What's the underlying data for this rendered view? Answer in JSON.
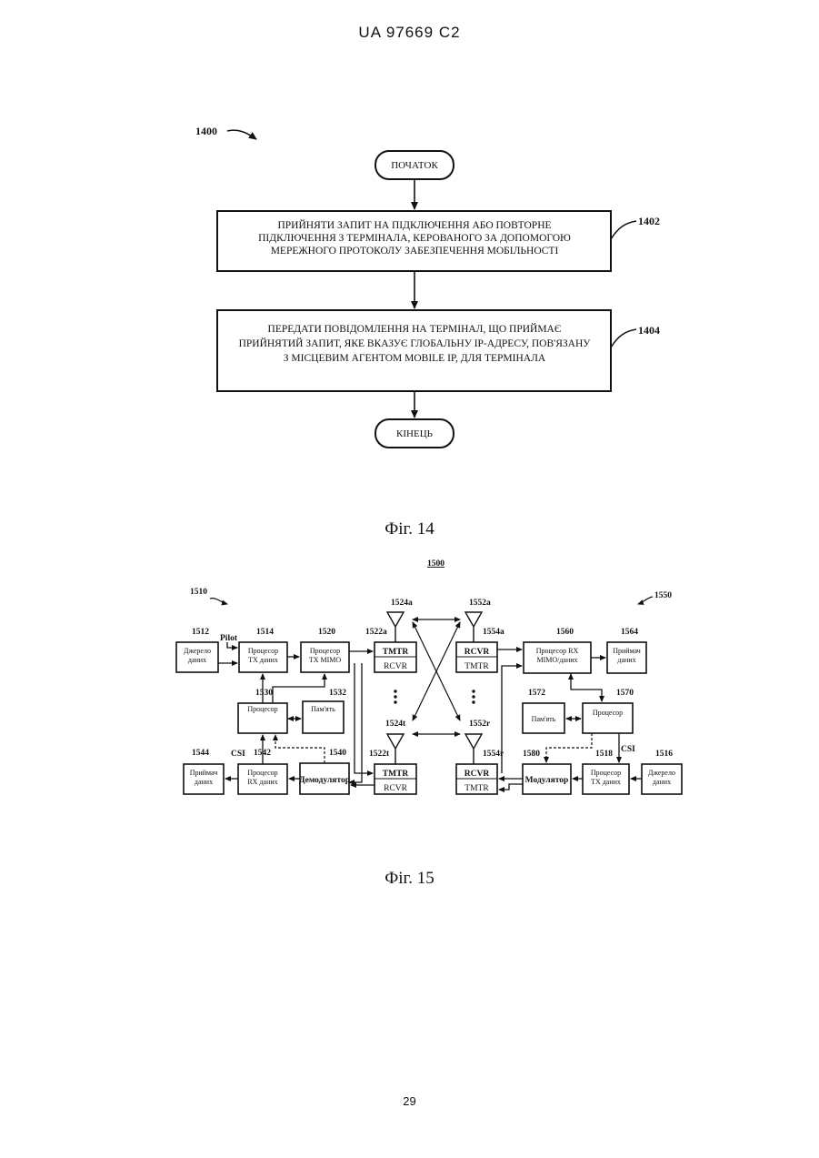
{
  "header": {
    "doc_id": "UA   97669   C2"
  },
  "fig14": {
    "ref_main": "1400",
    "start": "ПОЧАТОК",
    "end": "КІНЕЦЬ",
    "step1": {
      "ref": "1402",
      "line1": "ПРИЙНЯТИ ЗАПИТ НА ПІДКЛЮЧЕННЯ АБО ПОВТОРНЕ",
      "line2": "ПІДКЛЮЧЕННЯ З ТЕРМІНАЛА, КЕРОВАНОГО ЗА ДОПОМОГОЮ",
      "line3": "МЕРЕЖНОГО ПРОТОКОЛУ ЗАБЕЗПЕЧЕННЯ МОБІЛЬНОСТІ"
    },
    "step2": {
      "ref": "1404",
      "line1": "ПЕРЕДАТИ ПОВІДОМЛЕННЯ НА ТЕРМІНАЛ, ЩО ПРИЙМАЄ",
      "line2": "ПРИЙНЯТИЙ ЗАПИТ, ЯКЕ ВКАЗУЄ ГЛОБАЛЬНУ IP-АДРЕСУ, ПОВ'ЯЗАНУ",
      "line3": "З МІСЦЕВИМ АГЕНТОМ MOBILE IP, ДЛЯ ТЕРМІНАЛА"
    },
    "caption": "Фіг. 14"
  },
  "fig15": {
    "ref_main": "1500",
    "ref_left": "1510",
    "ref_right": "1550",
    "pilot": "Pilot",
    "csi": "CSI",
    "src_left": {
      "ref": "1512",
      "l1": "Джерело",
      "l2": "даних"
    },
    "tx_data_left": {
      "ref": "1514",
      "l1": "Процесор",
      "l2": "TX даних"
    },
    "tx_mimo": {
      "ref": "1520",
      "l1": "Процесор",
      "l2": "TX MIMO"
    },
    "proc_left": {
      "ref": "1530",
      "l1": "Процесор"
    },
    "mem_left": {
      "ref": "1532",
      "l1": "Пам'ять"
    },
    "sink_left": {
      "ref": "1544",
      "l1": "Приймач",
      "l2": "даних"
    },
    "rx_data_left": {
      "ref": "1542",
      "l1": "Процесор",
      "l2": "RX даних"
    },
    "demod": {
      "ref": "1540",
      "l1": "Демодулятор"
    },
    "xcvr_left_top": {
      "ref": "1522a",
      "ant": "1524a",
      "top": "TMTR",
      "bottom": "RCVR"
    },
    "xcvr_left_bot": {
      "ref": "1522t",
      "ant": "1524t",
      "top": "TMTR",
      "bottom": "RCVR"
    },
    "xcvr_right_top": {
      "ref": "1554a",
      "ant": "1552a",
      "top": "RCVR",
      "bottom": "TMTR"
    },
    "xcvr_right_bot": {
      "ref": "1554r",
      "ant": "1552r",
      "top": "RCVR",
      "bottom": "TMTR"
    },
    "rx_mimo": {
      "ref": "1560",
      "l1": "Процесор RX",
      "l2": "MIMO/даних"
    },
    "sink_right": {
      "ref": "1564",
      "l1": "Приймач",
      "l2": "даних"
    },
    "mem_right": {
      "ref": "1572",
      "l1": "Пам'ять"
    },
    "proc_right": {
      "ref": "1570",
      "l1": "Процесор"
    },
    "mod": {
      "ref": "1580",
      "l1": "Модулятор"
    },
    "tx_data_right": {
      "ref": "1518",
      "l1": "Процесор",
      "l2": "TX даних"
    },
    "src_right": {
      "ref": "1516",
      "l1": "Джерело",
      "l2": "даних"
    },
    "caption": "Фіг. 15"
  },
  "page_number": "29"
}
